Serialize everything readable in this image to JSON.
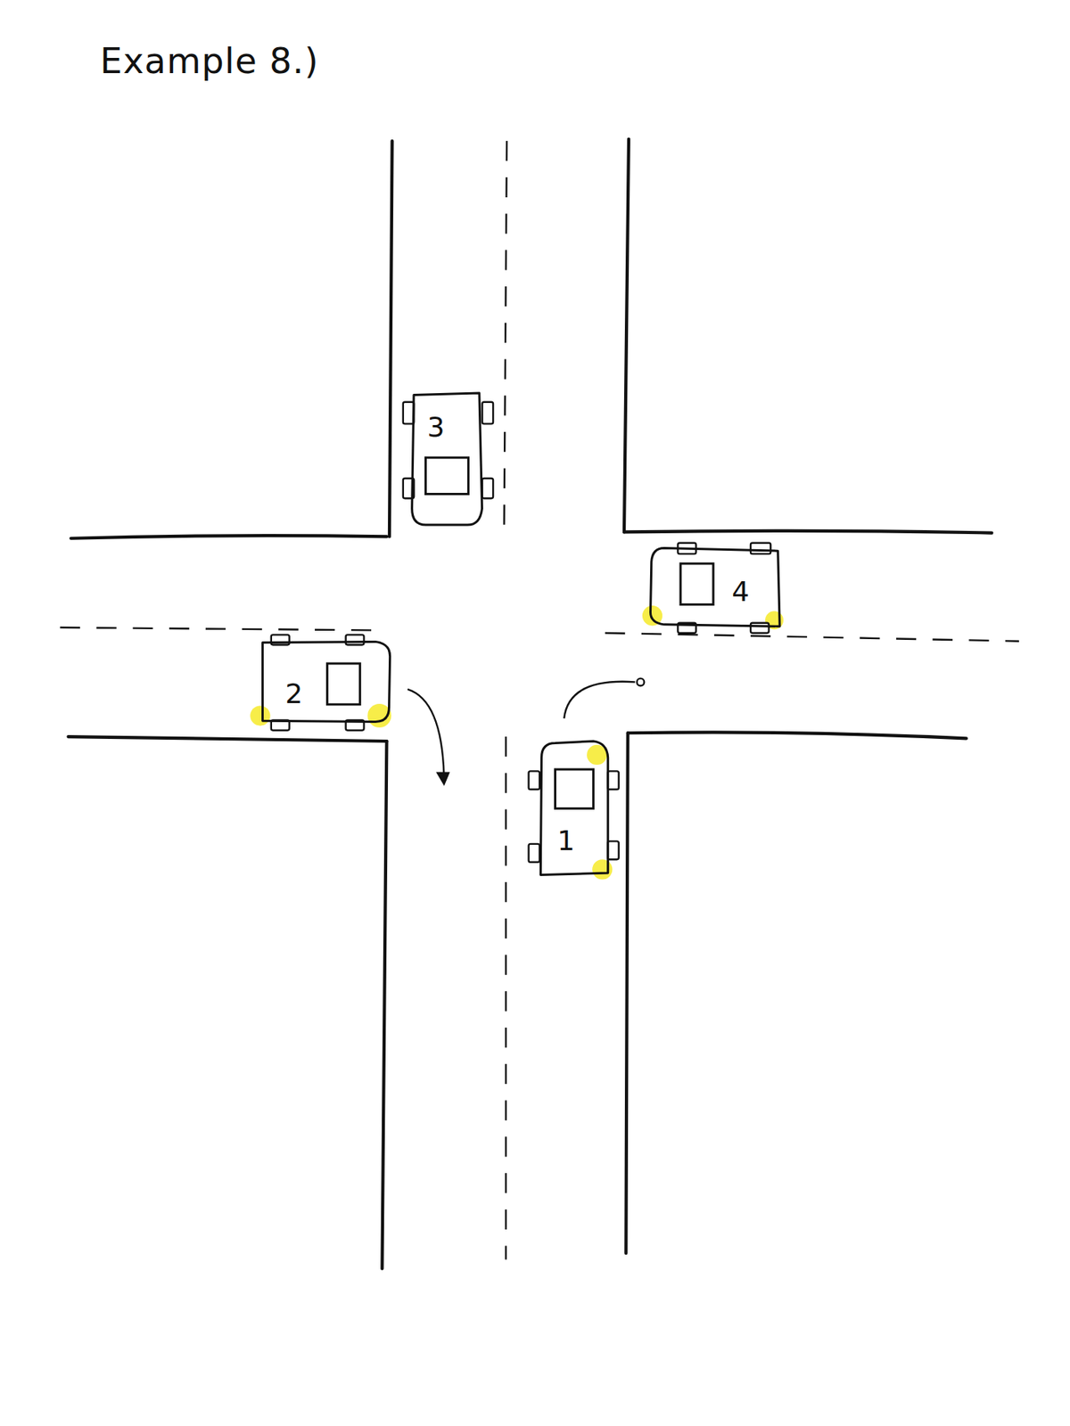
{
  "diagram": {
    "title": "Example 8.)",
    "nodes": [
      {
        "text": [
          "3"
        ]
      },
      {
        "text": [
          "4"
        ]
      },
      {
        "text": [
          "2"
        ]
      },
      {
        "text": [
          "1"
        ]
      }
    ]
  }
}
